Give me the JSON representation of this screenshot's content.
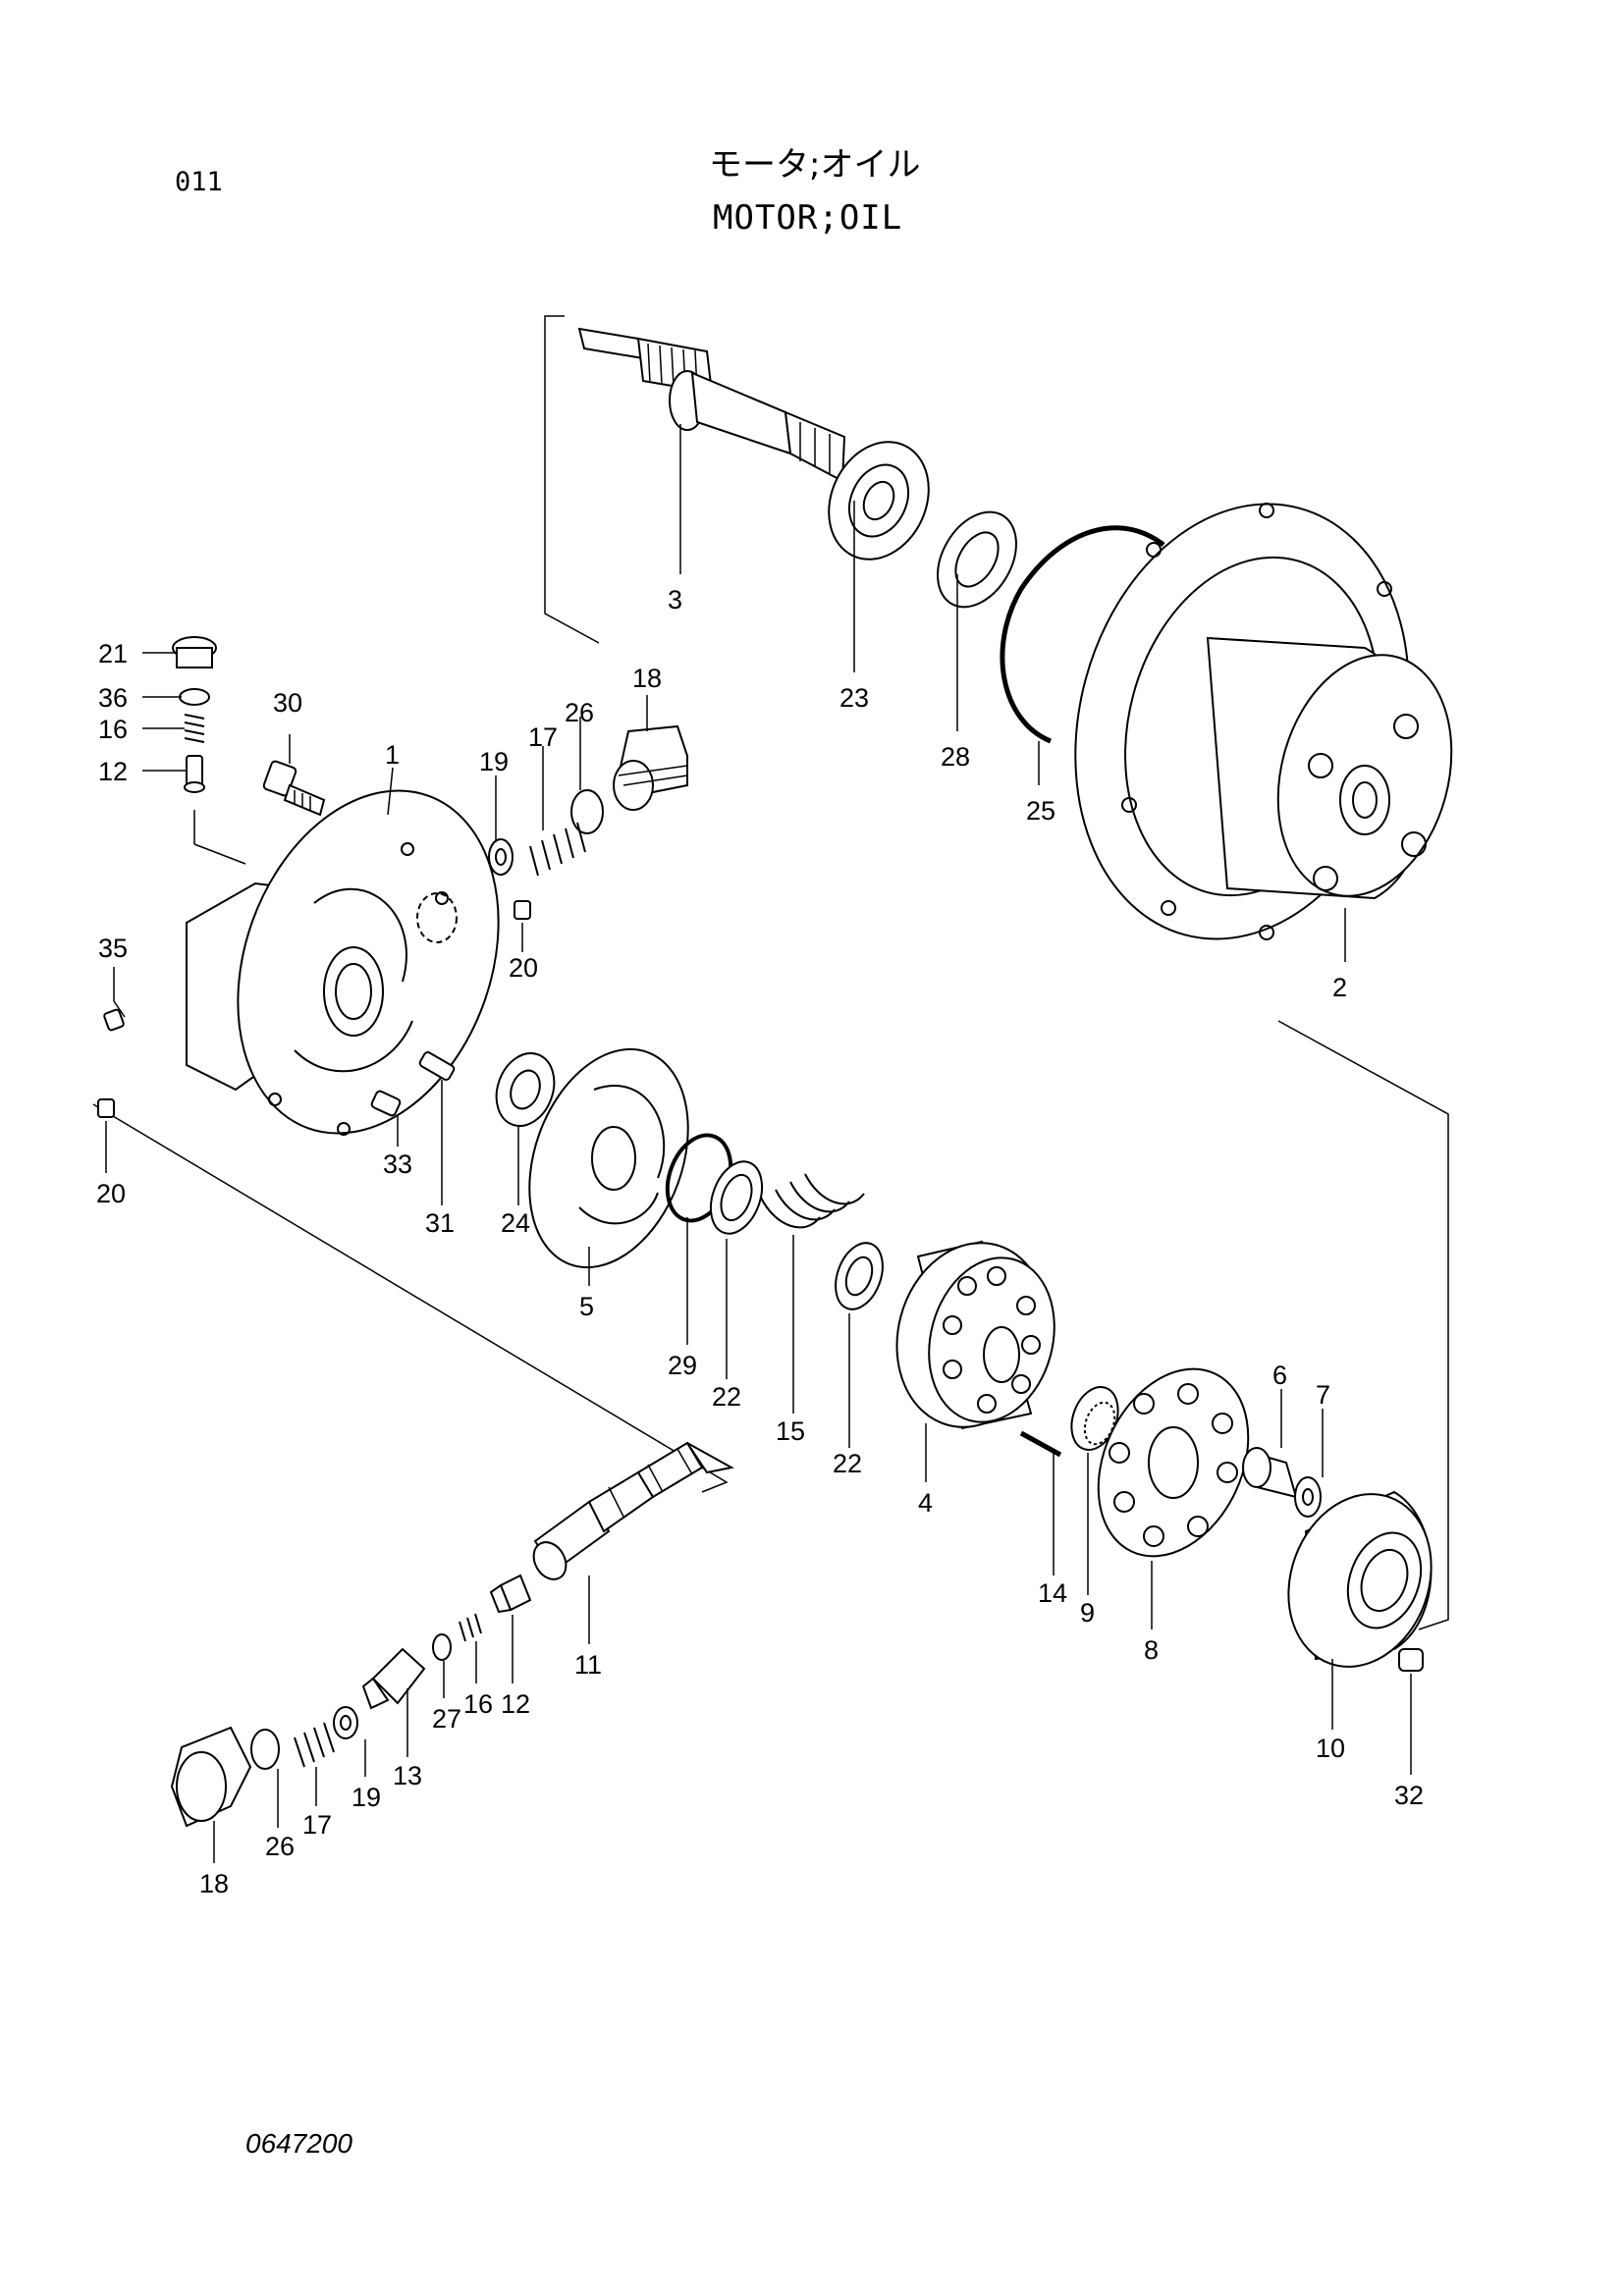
{
  "header": {
    "page_code": "011",
    "title_jp": "モータ;オイル",
    "title_en": "MOTOR;OIL"
  },
  "footer": {
    "drawing_number": "0647200"
  },
  "callouts": [
    "3",
    "23",
    "28",
    "25",
    "2",
    "21",
    "36",
    "16",
    "12",
    "30",
    "1",
    "19",
    "17",
    "26",
    "18",
    "20",
    "35",
    "20",
    "33",
    "31",
    "24",
    "5",
    "29",
    "22",
    "15",
    "22",
    "4",
    "14",
    "9",
    "8",
    "6",
    "7",
    "10",
    "32",
    "11",
    "12",
    "16",
    "27",
    "13",
    "19",
    "17",
    "26",
    "18"
  ]
}
